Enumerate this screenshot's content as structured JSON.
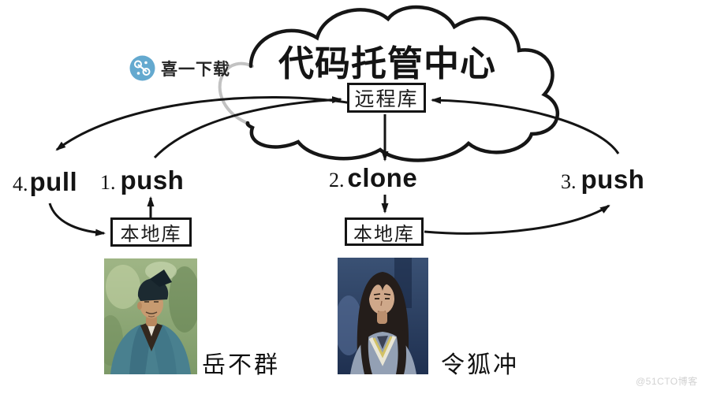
{
  "watermark": {
    "text": "喜一下载",
    "icon": "share-nodes-icon"
  },
  "cloud": {
    "title": "代码托管中心"
  },
  "remote_repo": {
    "label": "远程库"
  },
  "local_repo_left": {
    "label": "本地库"
  },
  "local_repo_right": {
    "label": "本地库"
  },
  "actions": {
    "pull": {
      "num": "4.",
      "word": "pull"
    },
    "push1": {
      "num": "1.",
      "word": "push"
    },
    "clone": {
      "num": "2.",
      "word": "clone"
    },
    "push3": {
      "num": "3.",
      "word": "push"
    }
  },
  "people": [
    {
      "name": "岳不群"
    },
    {
      "name": "令狐冲"
    }
  ],
  "credit": {
    "text": "@51CTO博客"
  },
  "colors": {
    "stroke": "#161616",
    "gray_arc": "#c2c2c2",
    "watermark_icon_blue": "#64a9cf",
    "credit_gray": "#d2d2d2"
  }
}
